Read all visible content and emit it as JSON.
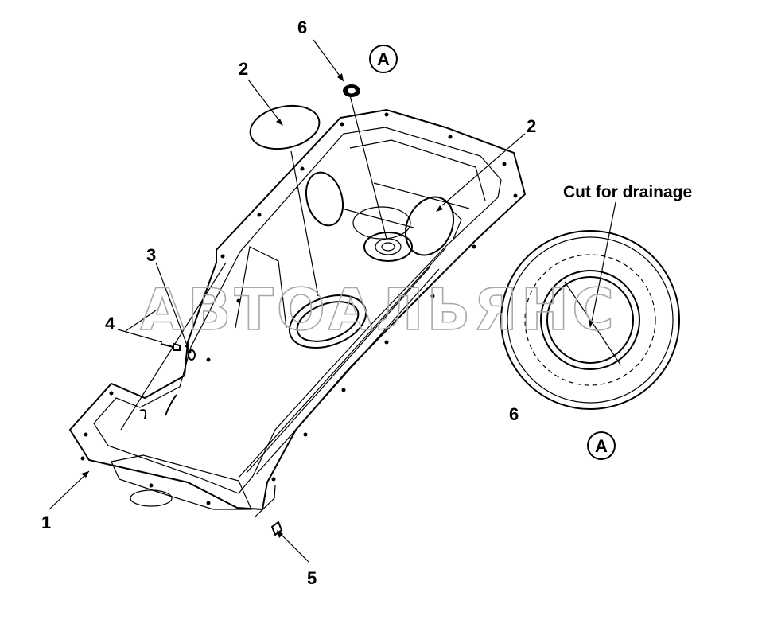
{
  "labels": {
    "part_1": "1",
    "part_2_left": "2",
    "part_2_right": "2",
    "part_3": "3",
    "part_4": "4",
    "part_5": "5",
    "part_6_top": "6",
    "part_6_detail": "6",
    "ref_a_top": "A",
    "ref_a_detail": "A",
    "cut_note": "Cut for drainage"
  },
  "watermark": "АВТОАЛЬЯНС",
  "colors": {
    "line": "#000000",
    "watermark": "#a8a8a8",
    "background": "#ffffff"
  }
}
